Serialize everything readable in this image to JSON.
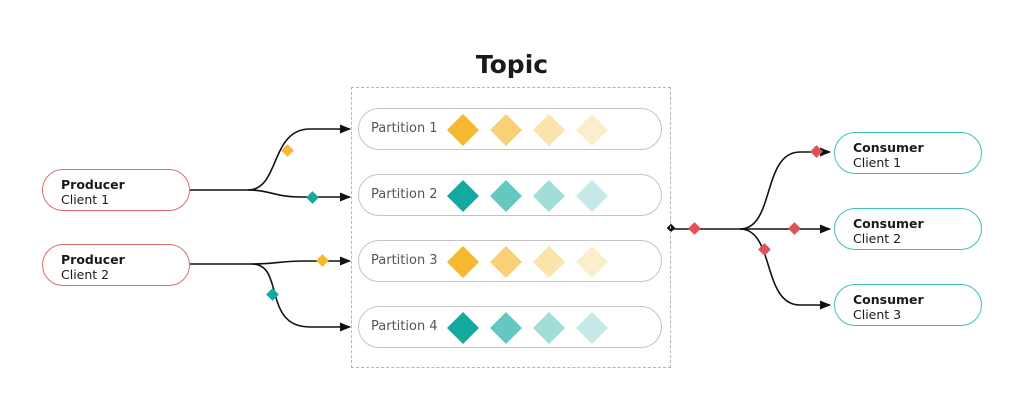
{
  "title": "Topic",
  "partitions": [
    {
      "label": "Partition 1",
      "color": "#f5b82e"
    },
    {
      "label": "Partition 2",
      "color": "#14a99f"
    },
    {
      "label": "Partition 3",
      "color": "#f5b82e"
    },
    {
      "label": "Partition 4",
      "color": "#14a99f"
    }
  ],
  "producers": [
    {
      "name": "Producer",
      "sub": "Client 1"
    },
    {
      "name": "Producer",
      "sub": "Client 2"
    }
  ],
  "consumers": [
    {
      "name": "Consumer",
      "sub": "Client 1"
    },
    {
      "name": "Consumer",
      "sub": "Client 2"
    },
    {
      "name": "Consumer",
      "sub": "Client 3"
    }
  ],
  "colors": {
    "producer_border": "#e06b6b",
    "consumer_border": "#3dbfbf",
    "yellow": "#f5b82e",
    "teal": "#14a99f",
    "red_marker": "#e0515a",
    "line": "#111111"
  }
}
